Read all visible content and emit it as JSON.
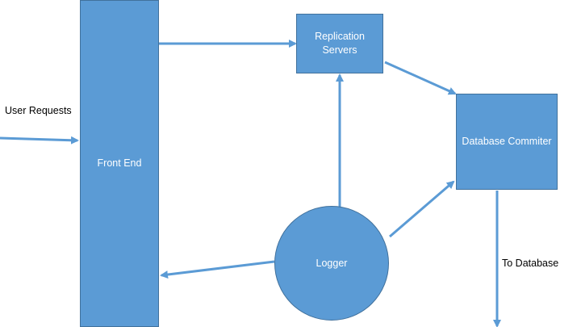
{
  "colors": {
    "node_fill": "#5b9bd5",
    "node_border": "#41719c",
    "arrow": "#5b9bd5",
    "node_text": "#ffffff",
    "label_text": "#000000"
  },
  "nodes": {
    "front_end": "Front End",
    "replication_servers": "Replication\nServers",
    "database_commiter": "Database Commiter",
    "logger": "Logger"
  },
  "labels": {
    "user_requests": "User Requests",
    "to_database": "To Database"
  }
}
